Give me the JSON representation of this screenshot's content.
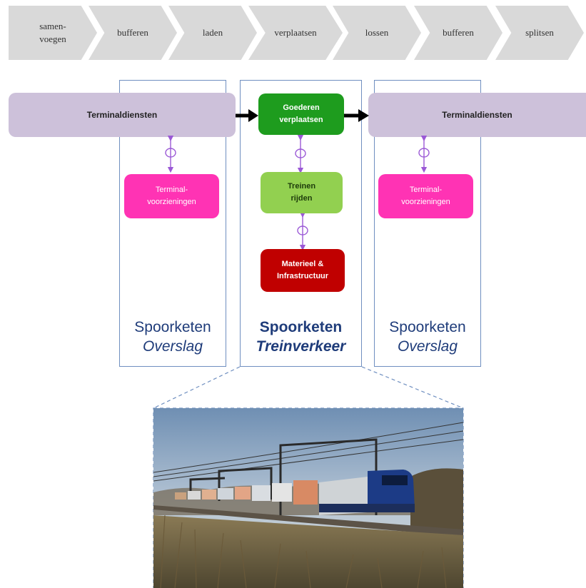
{
  "process_steps": [
    {
      "label": "samen-\nvoegen"
    },
    {
      "label": "bufferen"
    },
    {
      "label": "laden"
    },
    {
      "label": "verplaatsen"
    },
    {
      "label": "lossen"
    },
    {
      "label": "bufferen"
    },
    {
      "label": "splitsen"
    }
  ],
  "terminal_services": {
    "left_label": "Terminaldiensten",
    "right_label": "Terminaldiensten"
  },
  "boxes": {
    "goederen": "Goederen\nverplaatsen",
    "treinen": "Treinen\nrijden",
    "materieel": "Materieel &\nInfrastructuur",
    "terminal_left": "Terminal-\nvoorzieningen",
    "terminal_right": "Terminal-\nvoorzieningen"
  },
  "panels": {
    "left": {
      "line1": "Spoorketen",
      "line2": "Overslag"
    },
    "center": {
      "line1": "Spoorketen",
      "line2": "Treinverkeer"
    },
    "right": {
      "line1": "Spoorketen",
      "line2": "Overslag"
    }
  },
  "colors": {
    "chevron": "#d9d9d9",
    "terminal_bar": "#cdc1da",
    "goederen": "#1e9c1e",
    "treinen": "#92d050",
    "materieel": "#c00000",
    "terminal_box": "#ff33b4",
    "panel_border": "#6f8fc0",
    "panel_title": "#1f3c7a",
    "connector": "#9b59d6"
  }
}
